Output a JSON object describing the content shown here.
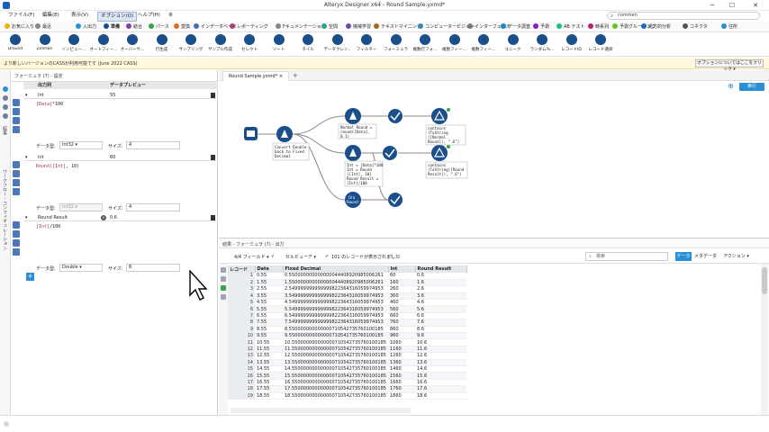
{
  "window": {
    "title": "Alteryx Designer x64 - Round Sample.yxmd*",
    "min": "─",
    "max": "☐",
    "close": "✕"
  },
  "menu": [
    {
      "label": "ファイル(F)"
    },
    {
      "label": "編集(E)"
    },
    {
      "label": "表示(V)"
    },
    {
      "label": "オプション(O)"
    },
    {
      "label": "ヘルプ(H)"
    }
  ],
  "search": {
    "value": "commen"
  },
  "tool_tabs": [
    {
      "label": "お気に入り",
      "color": "#f0b400"
    },
    {
      "label": "最近",
      "color": "#888"
    },
    {
      "label": "入出力",
      "color": "#2a8fd6"
    },
    {
      "label": "準備",
      "color": "#1a4f8c"
    },
    {
      "label": "結合",
      "color": "#8a3fa0"
    },
    {
      "label": "パース",
      "color": "#3aa04a"
    },
    {
      "label": "変換",
      "color": "#e06a1a"
    },
    {
      "label": "インデータベース",
      "color": "#4a6fb0"
    },
    {
      "label": "レポーティング",
      "color": "#b03a7a"
    },
    {
      "label": "Fキュメンテーション",
      "color": "#888"
    },
    {
      "label": "空間",
      "color": "#2aa08a"
    },
    {
      "label": "機械学習",
      "color": "#6a4ab0"
    },
    {
      "label": "テキストマイニング",
      "color": "#a06a1a"
    },
    {
      "label": "コンピュータービジョン",
      "color": "#3a8ab0"
    },
    {
      "label": "インターフェース",
      "color": "#7a7a7a"
    },
    {
      "label": "データ調査",
      "color": "#1a8ac0"
    },
    {
      "label": "予測",
      "color": "#8a1ac0"
    },
    {
      "label": "AB テスト",
      "color": "#1ac08a"
    },
    {
      "label": "時系列",
      "color": "#c01a6a"
    },
    {
      "label": "予測グルーピング",
      "color": "#6ac01a"
    },
    {
      "label": "処方的分析",
      "color": "#1a6ac0"
    },
    {
      "label": "コネクタ",
      "color": "#555"
    },
    {
      "label": "住所",
      "color": "#2a8fd6"
    }
  ],
  "tools": [
    {
      "label": "Dround",
      "color": "#1a4f8c"
    },
    {
      "label": "ZenHan",
      "color": "#1a4f8c"
    },
    {
      "label": "インピュー…",
      "color": "#1a4f8c"
    },
    {
      "label": "オートフィー…",
      "color": "#1a4f8c"
    },
    {
      "label": "オーバーサ…",
      "color": "#1a4f8c"
    },
    {
      "label": "行生成",
      "color": "#1a4f8c"
    },
    {
      "label": "サンプリング",
      "color": "#1a4f8c"
    },
    {
      "label": "サンプル作成",
      "color": "#1a4f8c"
    },
    {
      "label": "セレクト",
      "color": "#1a4f8c"
    },
    {
      "label": "ソート",
      "color": "#1a4f8c"
    },
    {
      "label": "タイル",
      "color": "#1a4f8c"
    },
    {
      "label": "データクレン…",
      "color": "#1a4f8c"
    },
    {
      "label": "フィルター",
      "color": "#1a4f8c"
    },
    {
      "label": "フォーミュラ",
      "color": "#1a4f8c"
    },
    {
      "label": "複数行フォ…",
      "color": "#1a4f8c"
    },
    {
      "label": "複数フィー…",
      "color": "#1a4f8c"
    },
    {
      "label": "複数フィー…",
      "color": "#1a4f8c"
    },
    {
      "label": "ユニーク",
      "color": "#1a4f8c"
    },
    {
      "label": "ランダム%…",
      "color": "#1a4f8c"
    },
    {
      "label": "レコードID",
      "color": "#1a4f8c"
    },
    {
      "label": "レコード選択",
      "color": "#1a4f8c"
    }
  ],
  "banner": {
    "text": "より新しいバージョンのCASSが利用可能です (June 2022 CASS)",
    "button": "オプションについてはここをクリック ▾"
  },
  "left_strip": {
    "label1": "ワークフロー - コンフィギュレーション",
    "label2": "結果"
  },
  "config": {
    "title": "フォーミュラ (7) - 設定",
    "col_output": "出力列",
    "col_preview": "データプレビュー",
    "sections": [
      {
        "name": "Int",
        "preview": "55",
        "expr_a": "[Data]",
        "expr_b": "*100",
        "dtype_label": "データ型:",
        "dtype": "Int32",
        "size_label": "サイズ:",
        "size": "4",
        "dtype_disabled": false
      },
      {
        "name": "Int",
        "preview": "60",
        "expr_a": "Round([Int]",
        "expr_b": ", 10)",
        "dtype_label": "データ型:",
        "dtype": "Int32",
        "size_label": "サイズ:",
        "size": "4",
        "dtype_disabled": true
      },
      {
        "name": "Round Result",
        "preview": "0.6",
        "expr_a": "[Int]",
        "expr_b": "/100",
        "dtype_label": "データ型:",
        "dtype": "Double",
        "size_label": "サイズ:",
        "size": "8",
        "dtype_disabled": false
      }
    ],
    "add": "+"
  },
  "canvas": {
    "tab": "Round Sample.yxmd*",
    "plus": "+",
    "run": "実行",
    "zoom": "⊕",
    "annotations": {
      "convert": [
        "Convert Double",
        "back to Fixed",
        "Decimal"
      ],
      "normal": [
        "Normal Round =",
        "round([Data],",
        "0.1)"
      ],
      "intround": [
        "Int = [Data]*100",
        "Int = Round",
        "([Int], 10)",
        "Round Result =",
        "[Int]/100"
      ],
      "contains1": [
        "contains",
        "(ToString",
        "([Normal",
        "Round]), \".6\")"
      ],
      "contains2": [
        "contains",
        "(ToString([Round",
        "Result]), \".6\")"
      ],
      "oracle": "Ora",
      "oracle2": "Round"
    }
  },
  "results": {
    "title": "結果 - フォーミュラ (7) - 出力",
    "fields": "4/4 フィールド ▾",
    "cell_viewer": "セルビューア ▾",
    "record_count": "101 のレコードが表示されました",
    "search_placeholder": "検索",
    "data_btn": "データ",
    "meta_btn": "メタデータ",
    "action_btn": "アクション ▾",
    "columns": [
      "レコード",
      "Data",
      "Fixed Decimal",
      "Int",
      "Round Result"
    ],
    "rows": [
      [
        "1",
        "0.55",
        "0.550000000000000044408920985006261",
        "60",
        "0.6"
      ],
      [
        "2",
        "1.55",
        "1.550000000000000044408920985006261",
        "160",
        "1.6"
      ],
      [
        "3",
        "2.55",
        "2.549999999999999822364316059974953",
        "260",
        "2.6"
      ],
      [
        "4",
        "3.55",
        "3.549999999999999822364316059974953",
        "360",
        "3.6"
      ],
      [
        "5",
        "4.55",
        "4.549999999999999822364316059974953",
        "460",
        "4.6"
      ],
      [
        "6",
        "5.55",
        "5.549999999999999822364316059974953",
        "560",
        "5.6"
      ],
      [
        "7",
        "6.55",
        "6.549999999999999822364316059974953",
        "660",
        "6.6"
      ],
      [
        "8",
        "7.55",
        "7.549999999999999822364316059974953",
        "760",
        "7.6"
      ],
      [
        "9",
        "8.55",
        "8.550000000000000710542735760100185",
        "860",
        "8.6"
      ],
      [
        "10",
        "9.55",
        "9.550000000000000710542735760100185",
        "960",
        "9.6"
      ],
      [
        "11",
        "10.55",
        "10.550000000000000710542735760100185",
        "1060",
        "10.6"
      ],
      [
        "12",
        "11.55",
        "11.550000000000000710542735760100185",
        "1160",
        "11.6"
      ],
      [
        "13",
        "12.55",
        "12.550000000000000710542735760100185",
        "1260",
        "12.6"
      ],
      [
        "14",
        "13.55",
        "13.550000000000000710542735760100185",
        "1360",
        "13.6"
      ],
      [
        "15",
        "14.55",
        "14.550000000000000710542735760100185",
        "1460",
        "14.6"
      ],
      [
        "16",
        "15.55",
        "15.550000000000000710542735760100185",
        "1560",
        "15.6"
      ],
      [
        "17",
        "16.55",
        "16.550000000000000710542735760100185",
        "1660",
        "16.6"
      ],
      [
        "18",
        "17.55",
        "17.550000000000000710542735760100185",
        "1760",
        "17.6"
      ],
      [
        "19",
        "18.55",
        "18.550000000000000710542735760100185",
        "1860",
        "18.6"
      ]
    ]
  },
  "colors": {
    "accent": "#2a8fd6",
    "formula": "#1a4f8c",
    "check": "#1a4f8c"
  }
}
